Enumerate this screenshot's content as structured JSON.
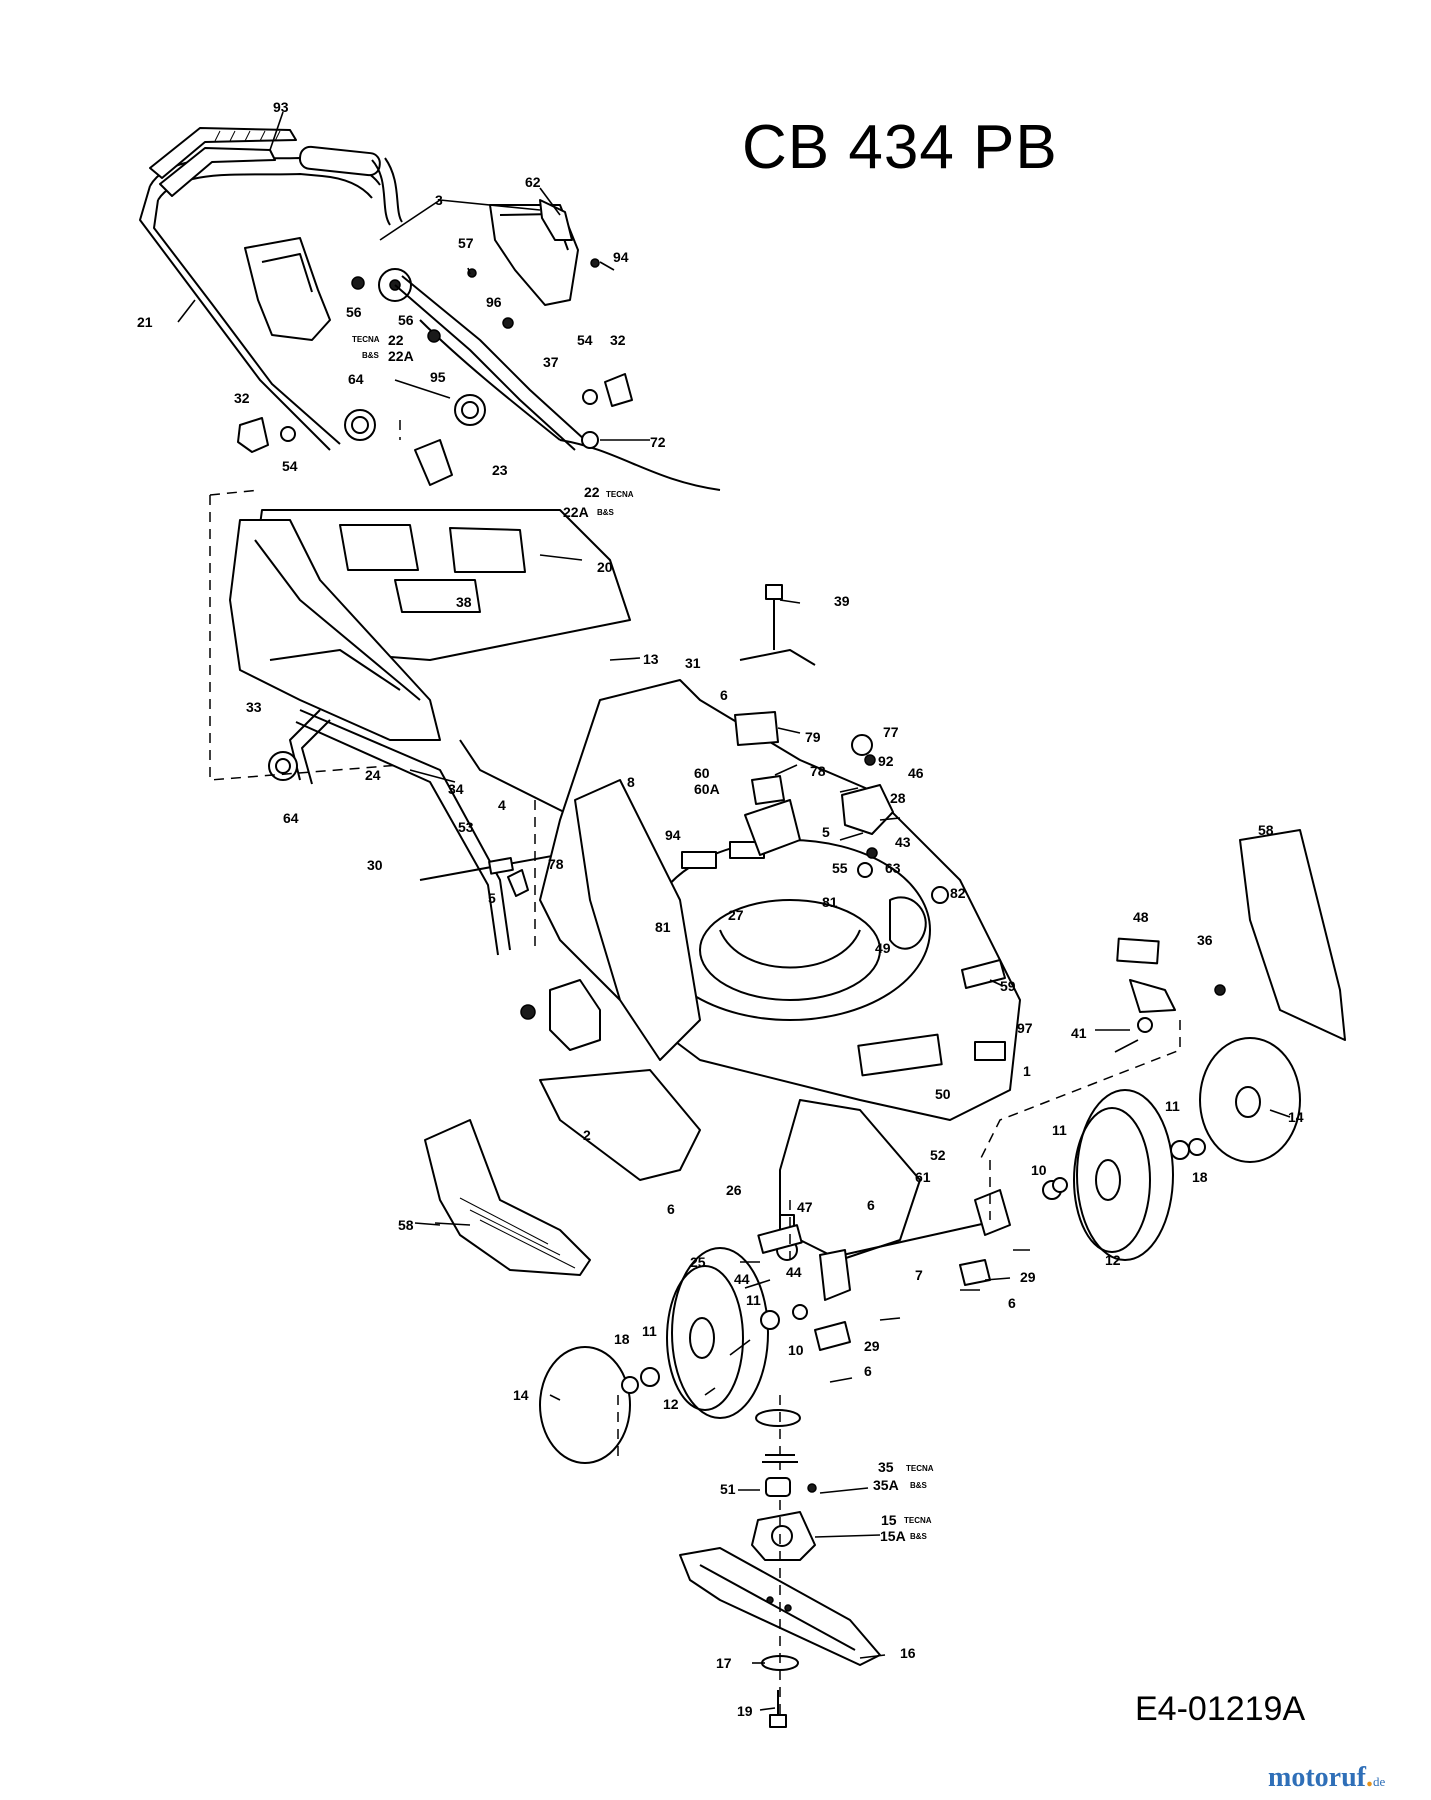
{
  "title": "CB 434 PB",
  "document_number": "E4-01219A",
  "watermark": {
    "name": "motoruf",
    "tld": "de"
  },
  "callouts": {
    "c1": "1",
    "c2": "2",
    "c3": "3",
    "c4": "4",
    "c5a": "5",
    "c5b": "5",
    "c6a": "6",
    "c6b": "6",
    "c6c": "6",
    "c6d": "6",
    "c6e": "6",
    "c7": "7",
    "c8": "8",
    "c10a": "10",
    "c10b": "10",
    "c11a": "11",
    "c11b": "11",
    "c11c": "11",
    "c11d": "11",
    "c12a": "12",
    "c12b": "12",
    "c13": "13",
    "c14a": "14",
    "c14b": "14",
    "c15": "15",
    "c15a": "15A",
    "c16": "16",
    "c17": "17",
    "c18a": "18",
    "c18b": "18",
    "c19": "19",
    "c20": "20",
    "c21": "21",
    "c22a": "22",
    "c22b": "22A",
    "c22c": "22",
    "c22d": "22A",
    "c23": "23",
    "c24": "24",
    "c25": "25",
    "c26": "26",
    "c27": "27",
    "c28": "28",
    "c29a": "29",
    "c29b": "29",
    "c30": "30",
    "c31": "31",
    "c32a": "32",
    "c32b": "32",
    "c33": "33",
    "c34": "34",
    "c35": "35",
    "c35a": "35A",
    "c36": "36",
    "c37": "37",
    "c38": "38",
    "c39": "39",
    "c41": "41",
    "c43": "43",
    "c44a": "44",
    "c44b": "44",
    "c46": "46",
    "c47": "47",
    "c48": "48",
    "c49": "49",
    "c50": "50",
    "c51": "51",
    "c52": "52",
    "c53": "53",
    "c54a": "54",
    "c54b": "54",
    "c55": "55",
    "c56a": "56",
    "c56b": "56",
    "c57": "57",
    "c58a": "58",
    "c58b": "58",
    "c59": "59",
    "c60": "60",
    "c60a": "60A",
    "c61": "61",
    "c62": "62",
    "c63": "63",
    "c64a": "64",
    "c64b": "64",
    "c72": "72",
    "c77": "77",
    "c78a": "78",
    "c78b": "78",
    "c79": "79",
    "c81a": "81",
    "c81b": "81",
    "c82": "82",
    "c92": "92",
    "c93": "93",
    "c94a": "94",
    "c94b": "94",
    "c95": "95",
    "c96": "96",
    "c97": "97"
  },
  "engine_variants": {
    "tecna": "TECNA",
    "bs": "B&S"
  }
}
